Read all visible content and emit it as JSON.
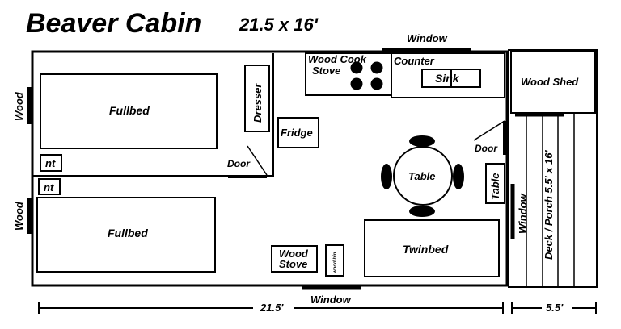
{
  "title": "Beaver Cabin",
  "dimensions": "21.5 x 16'",
  "labels": {
    "window_top": "Window",
    "window_bottom": "Window",
    "window_right": "Window",
    "wood_left_top": "Wood",
    "wood_left_bottom": "Wood",
    "fullbed_top": "Fullbed",
    "fullbed_bottom": "Fullbed",
    "nt_top": "nt",
    "nt_bottom": "nt",
    "dresser": "Dresser",
    "door_bedroom": "Door",
    "fridge": "Fridge",
    "wood_cook_stove_1": "Wood Cook",
    "wood_cook_stove_2": "Stove",
    "counter": "Counter",
    "sink": "Sink",
    "table_round": "Table",
    "door_right": "Door",
    "table_side": "Table",
    "twinbed": "Twinbed",
    "wood_stove_1": "Wood",
    "wood_stove_2": "Stove",
    "wood_bin": "wood bin",
    "wood_shed": "Wood Shed",
    "deck_porch": "Deck / Porch 5.5' x 16'",
    "dim_cabin": "21.5'",
    "dim_deck": "5.5'"
  }
}
